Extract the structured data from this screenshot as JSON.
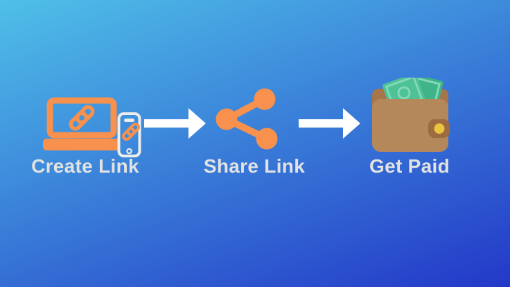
{
  "colors": {
    "bg-start": "#4FC0E8",
    "bg-end": "#2338C8",
    "orange": "#F7914D",
    "arrow": "#FFFFFF",
    "label": "#E2E2E2",
    "phone-outline": "#EDEDED",
    "wallet-back": "#A6754A",
    "wallet-body": "#B5885C",
    "wallet-clasp": "#9C6B42",
    "money-front": "#4CC296",
    "money-back": "#3FB489",
    "money-detail": "#85D8B7",
    "gold": "#EAC43C"
  },
  "diagram": {
    "steps": [
      {
        "label": "Create Link",
        "icon": "laptop-phone-link-icon"
      },
      {
        "label": "Share Link",
        "icon": "share-icon"
      },
      {
        "label": "Get Paid",
        "icon": "wallet-icon"
      }
    ],
    "connectors": [
      {
        "icon": "arrow-right-icon"
      },
      {
        "icon": "arrow-right-icon"
      }
    ]
  }
}
